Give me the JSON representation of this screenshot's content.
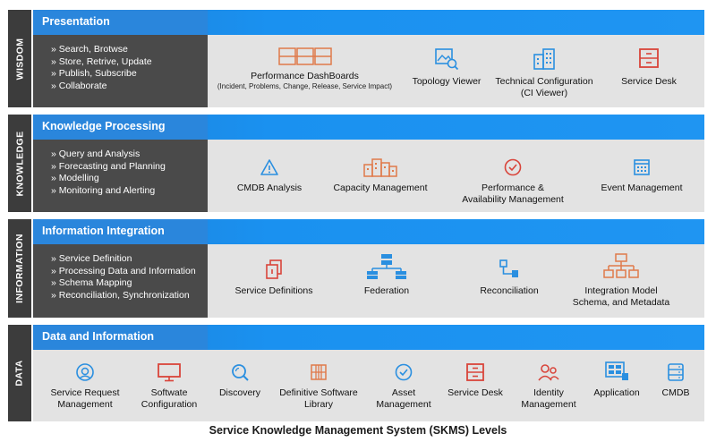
{
  "layers": {
    "wisdom": {
      "side_label": "WISDOM",
      "title": "Presentation",
      "bullets": [
        "» Search, Brotwse",
        "» Store, Retrive, Update",
        "» Publish, Subscribe",
        "» Collaborate"
      ],
      "items": [
        {
          "label": "Performance DashBoards",
          "sub": "(Incident, Problems, Change, Release, Service Impact)",
          "icon": "dashboard-icon"
        },
        {
          "label": "Topology Viewer",
          "icon": "image-search-icon"
        },
        {
          "label": "Technical Configuration",
          "label2": "(CI Viewer)",
          "icon": "buildings-icon"
        },
        {
          "label": "Service Desk",
          "icon": "service-desk-icon"
        }
      ]
    },
    "knowledge": {
      "side_label": "KNOWLEDGE",
      "title": "Knowledge Processing",
      "bullets": [
        "» Query and Analysis",
        "» Forecasting and Planning",
        "» Modelling",
        "» Monitoring and Alerting"
      ],
      "items": [
        {
          "label": "CMDB Analysis",
          "icon": "warning-icon"
        },
        {
          "label": "Capacity Management",
          "icon": "city-icon"
        },
        {
          "label": "Performance &",
          "label2": "Availability Management",
          "icon": "check-circle-icon"
        },
        {
          "label": "Event Management",
          "icon": "calendar-icon"
        }
      ]
    },
    "information": {
      "side_label": "INFORMATION",
      "title": "Information Integration",
      "bullets": [
        "» Service Definition",
        "» Processing Data and Information",
        "» Schema Mapping",
        "» Reconciliation, Synchronization"
      ],
      "items": [
        {
          "label": "Service Definitions",
          "icon": "copy-icon"
        },
        {
          "label": "Federation",
          "icon": "hierarchy-icon"
        },
        {
          "label": "Reconciliation",
          "icon": "connector-icon"
        },
        {
          "label": "Integration Model",
          "label2": "Schema, and Metadata",
          "icon": "org-chart-icon"
        }
      ]
    },
    "data": {
      "side_label": "DATA",
      "title": "Data and Information",
      "items": [
        {
          "label": "Service Request",
          "label2": "Management",
          "icon": "user-circle-icon"
        },
        {
          "label": "Softwate",
          "label2": "Configuration",
          "icon": "monitor-icon"
        },
        {
          "label": "Discovery",
          "icon": "search-icon"
        },
        {
          "label": "Definitive Software",
          "label2": "Library",
          "icon": "library-icon"
        },
        {
          "label": "Asset",
          "label2": "Management",
          "icon": "check-badge-icon"
        },
        {
          "label": "Service Desk",
          "icon": "service-desk-icon"
        },
        {
          "label": "Identity",
          "label2": "Management",
          "icon": "users-icon"
        },
        {
          "label": "Application",
          "icon": "application-icon"
        },
        {
          "label": "CMDB",
          "icon": "database-icon"
        }
      ]
    }
  },
  "caption": "Service Knowledge Management System (SKMS) Levels",
  "colors": {
    "band": "#1f95f2",
    "side": "#3c3c3c",
    "list": "#4a4a4a",
    "content": "#e3e3e3",
    "icon_red": "#d9443a",
    "icon_orange": "#e07a4a",
    "icon_blue": "#2a8fe0"
  }
}
